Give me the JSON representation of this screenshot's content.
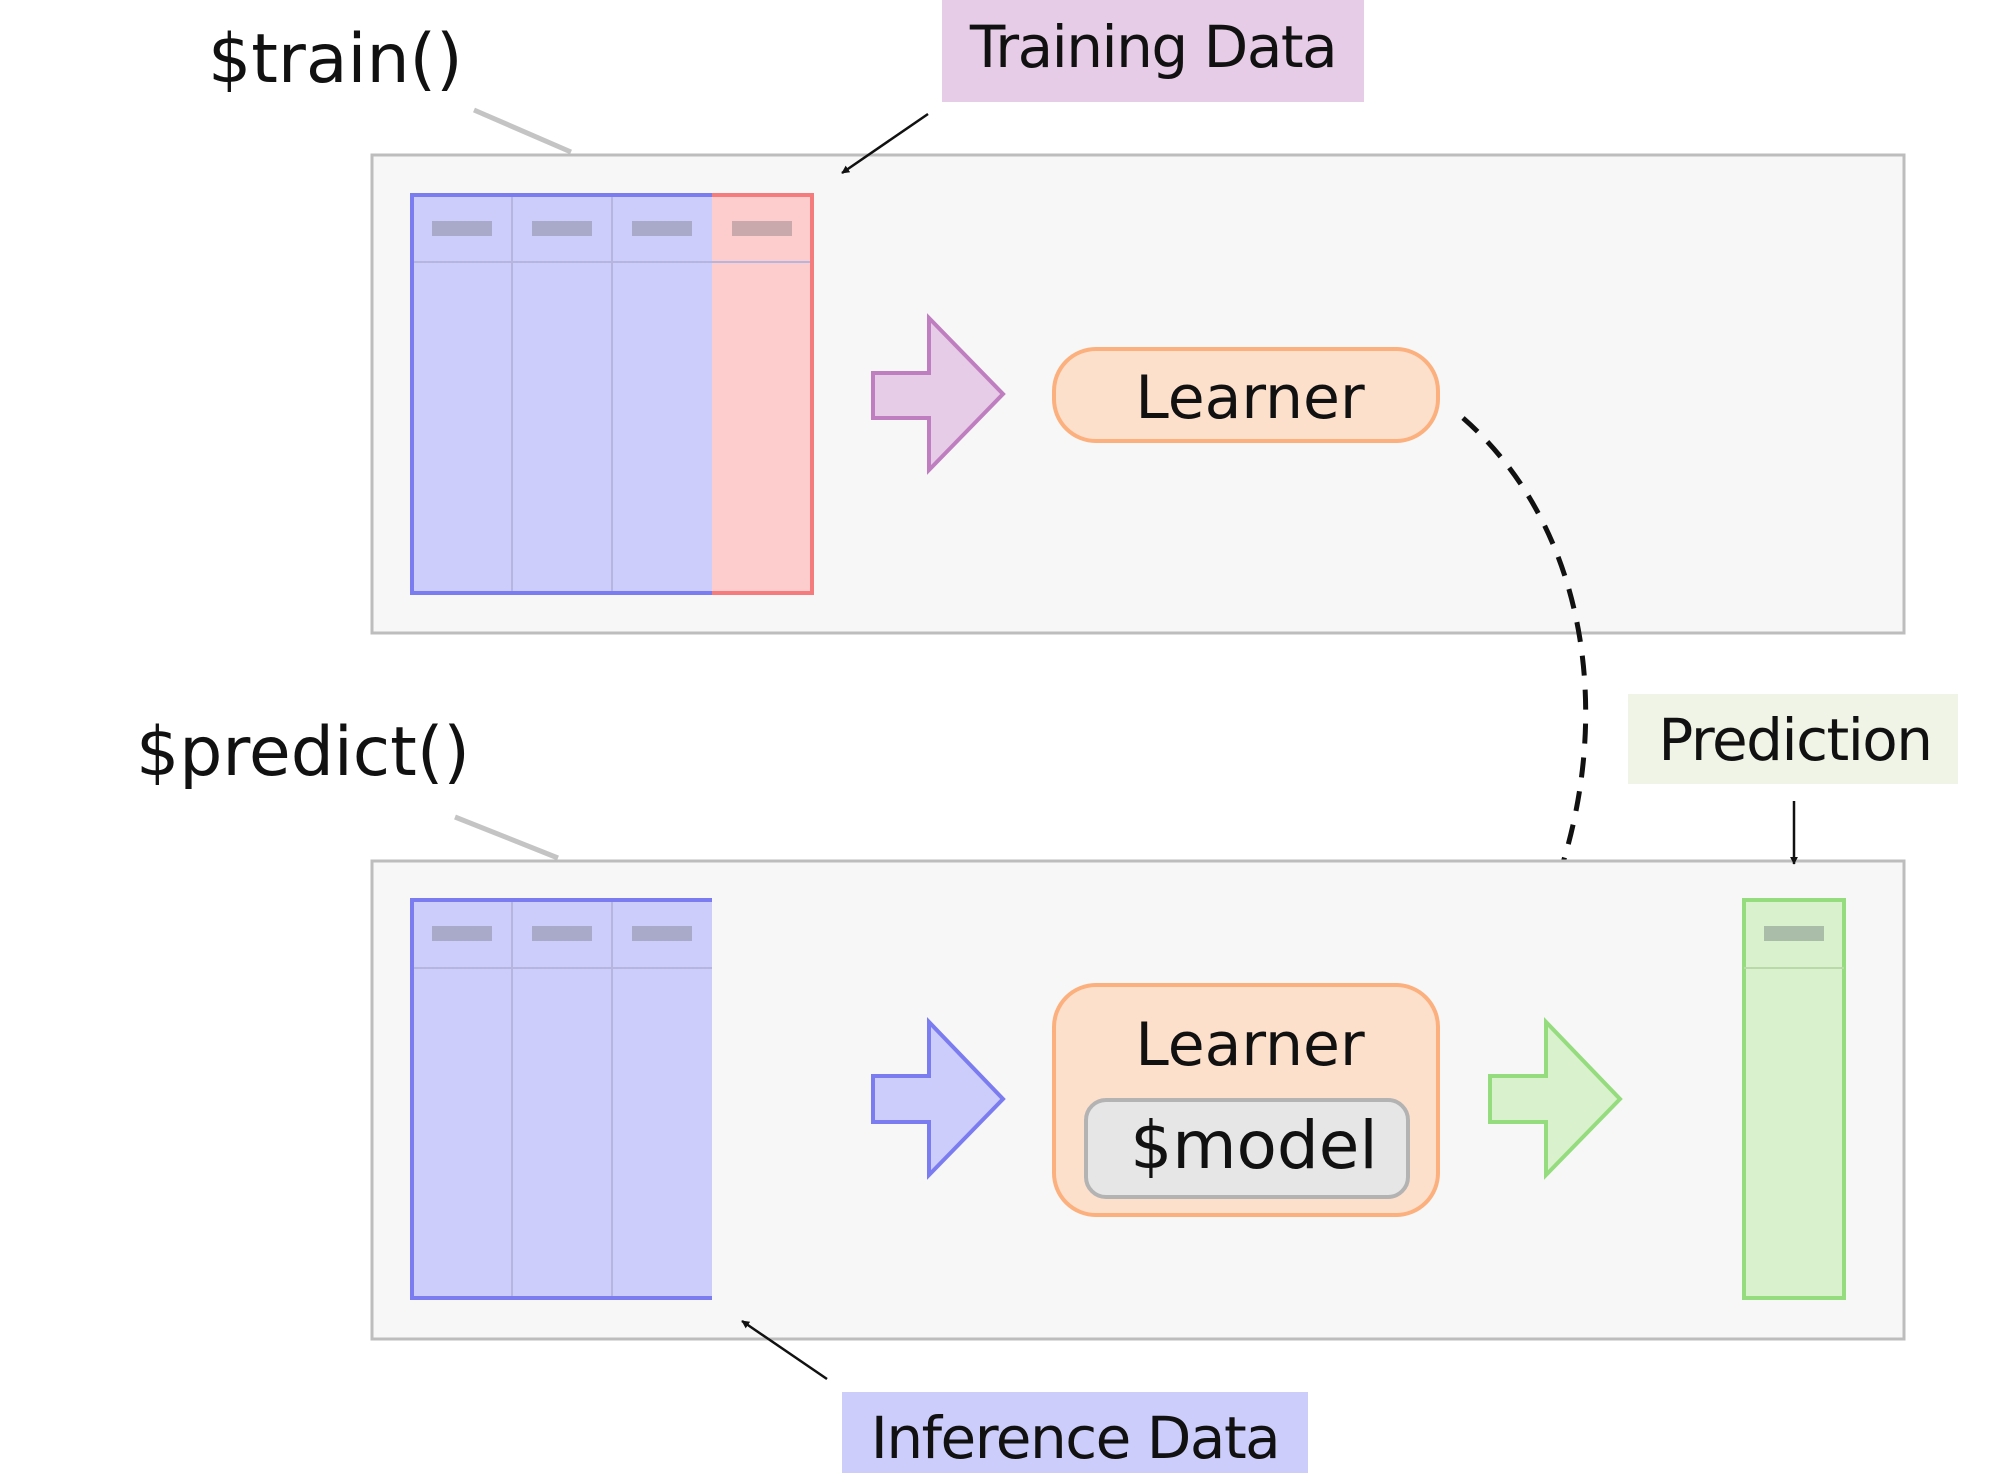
{
  "labels": {
    "train_method": "$train()",
    "predict_method": "$predict()",
    "training_data": "Training Data",
    "inference_data": "Inference Data",
    "prediction": "Prediction",
    "learner_train": "Learner",
    "learner_predict": "Learner",
    "model": "$model"
  },
  "tables": {
    "training": {
      "feature_columns": 3,
      "target_columns": 1
    },
    "inference": {
      "feature_columns": 3,
      "target_columns": 0
    },
    "prediction": {
      "feature_columns": 0,
      "target_columns": 1
    }
  },
  "colors": {
    "panel_fill": "#f7f7f7",
    "panel_stroke": "#bdbdbd",
    "feature_fill": "#cccdfb",
    "feature_stroke": "#7b7cf0",
    "target_fill": "#fdcccc",
    "target_stroke": "#f47c7c",
    "prediction_fill": "#d9f1cc",
    "prediction_stroke": "#95dc7e",
    "learner_fill": "#fde0cc",
    "learner_stroke": "#fbb07e",
    "model_fill": "#e6e6e6",
    "model_stroke": "#b3b3b3",
    "training_tag_bg": "#e6cce6",
    "inference_tag_bg": "#cccdfb",
    "prediction_tag_bg": "#f0f4e6",
    "train_arrow_fill": "#e6cce6",
    "train_arrow_stroke": "#bf7ebf"
  }
}
